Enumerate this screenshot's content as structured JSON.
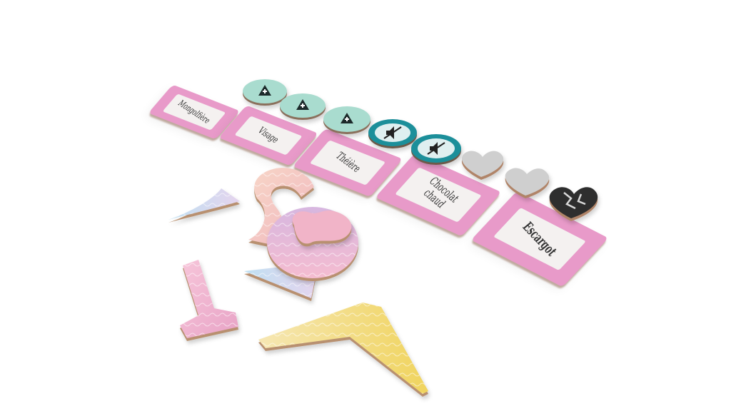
{
  "cards": [
    {
      "id": "mongolfiere",
      "word": "Mongolfière"
    },
    {
      "id": "visage",
      "word": "Visage"
    },
    {
      "id": "theiere",
      "word": "Théière"
    },
    {
      "id": "chocolat",
      "word": "Chocolat\nchaud"
    },
    {
      "id": "escargot",
      "word": "Escargot"
    }
  ],
  "tokens": {
    "mint_tokens": {
      "count": 3,
      "color": "#a9dccf",
      "icon": "hand-pointing-icon"
    },
    "teal_tokens": {
      "count": 2,
      "color": "#1f8f9a",
      "icon": "muted-speaker-icon"
    },
    "heart_tokens": {
      "count": 2,
      "color": "#cfcfcf",
      "icon": "heart-icon"
    },
    "broken_heart_tokens": {
      "count": 1,
      "color": "#2d2d2d",
      "icon": "broken-heart-icon"
    }
  },
  "colors": {
    "card_pink": "#e89ac9",
    "card_label": "#f4f1f0",
    "piece_pink": "#f1b8d0",
    "piece_yellow": "#f0d86a",
    "piece_blue": "#c5dff0",
    "piece_peach": "#f6c8b8"
  }
}
